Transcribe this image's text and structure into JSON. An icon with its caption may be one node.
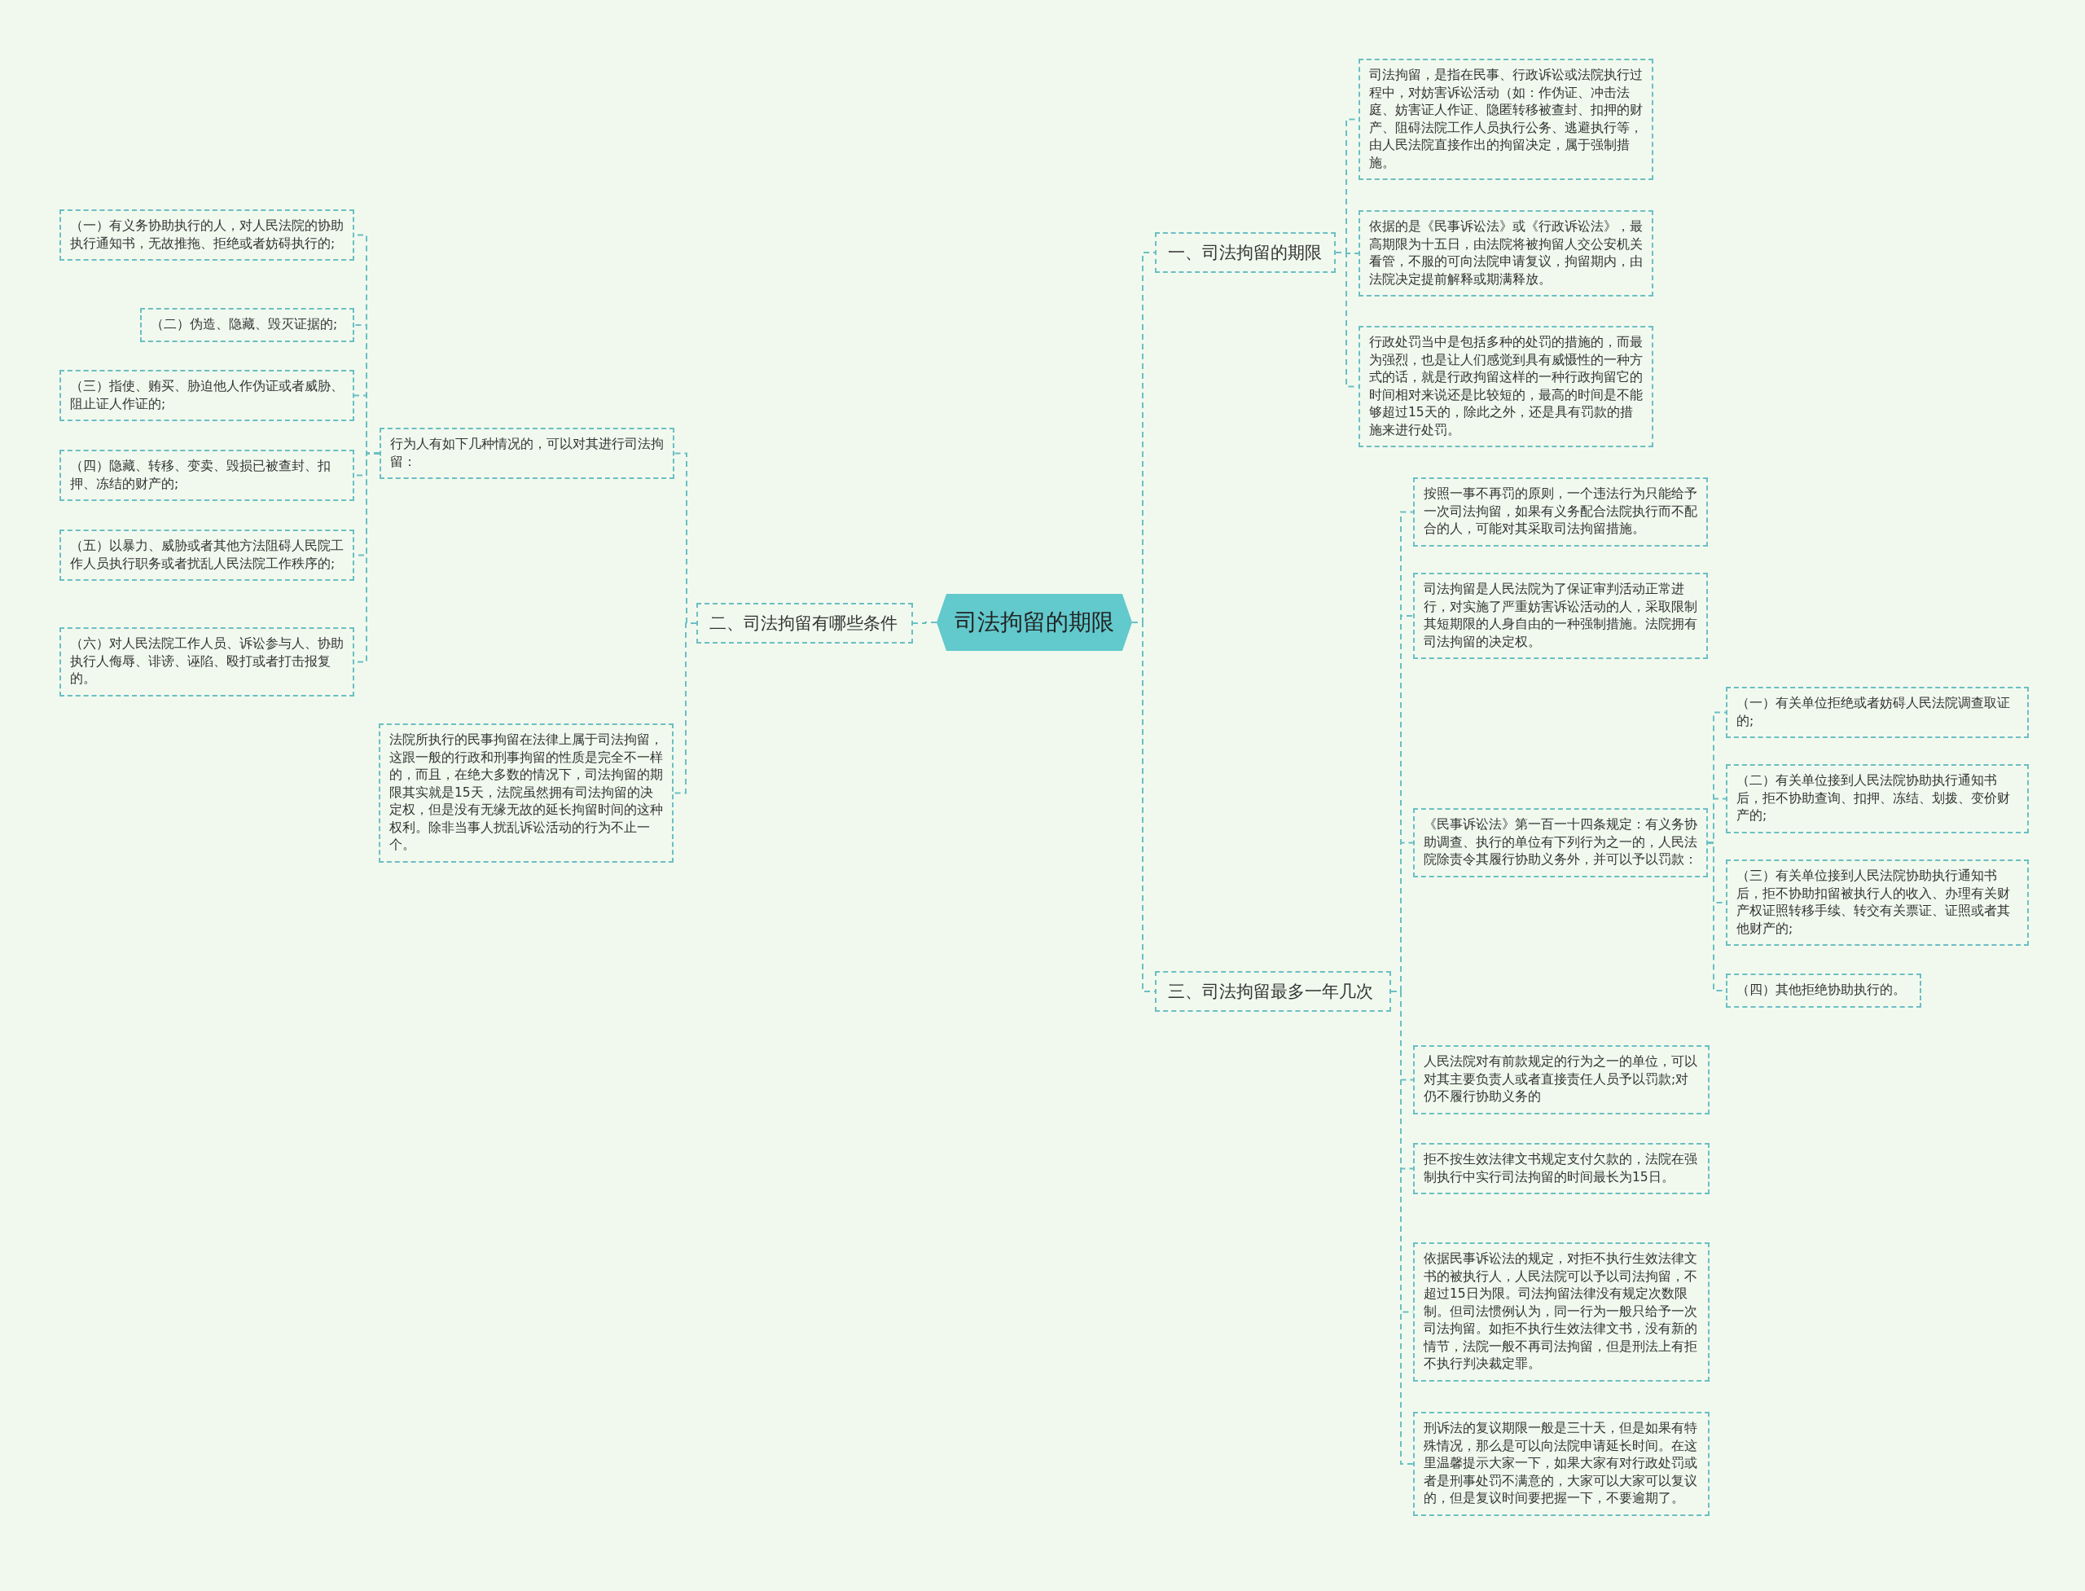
{
  "diagram": {
    "nodes": [
      {
        "text": [
          "司法拘留的期限"
        ]
      },
      {
        "text": [
          "一、司法拘留的期限"
        ]
      },
      {
        "text": [
          "司法拘留，是指在民事、行政诉讼或法院执行过程中，对妨害诉讼活动（如：作伪证、冲击法庭、妨害证人作证、隐匿转移被查封、扣押的财产、阻碍法院工作人员执行公务、逃避执行等，由人民法院直接作出的拘留决定，属于强制措施。"
        ]
      },
      {
        "text": [
          "依据的是《民事诉讼法》或《行政诉讼法》，最高期限为十五日，由法院将被拘留人交公安机关看管，不服的可向法院申请复议，拘留期内，由法院决定提前解释或期满释放。"
        ]
      },
      {
        "text": [
          "行政处罚当中是包括多种的处罚的措施的，而最为强烈，也是让人们感觉到具有威慑性的一种方式的话，就是行政拘留这样的一种行政拘留它的时间相对来说还是比较短的，最高的时间是不能够超过15天的，除此之外，还是具有罚款的措施来进行处罚。"
        ]
      },
      {
        "text": [
          "二、司法拘留有哪些条件"
        ]
      },
      {
        "text": [
          "行为人有如下几种情况的，可以对其进行司法拘留："
        ]
      },
      {
        "text": [
          "（一）有义务协助执行的人，对人民法院的协助执行通知书，无故推拖、拒绝或者妨碍执行的;"
        ]
      },
      {
        "text": [
          "（二）伪造、隐藏、毁灭证据的;"
        ]
      },
      {
        "text": [
          "（三）指使、贿买、胁迫他人作伪证或者威胁、阻止证人作证的;"
        ]
      },
      {
        "text": [
          "（四）隐藏、转移、变卖、毁损已被查封、扣押、冻结的财产的;"
        ]
      },
      {
        "text": [
          "（五）以暴力、威胁或者其他方法阻碍人民院工作人员执行职务或者扰乱人民法院工作秩序的;"
        ]
      },
      {
        "text": [
          "（六）对人民法院工作人员、诉讼参与人、协助执行人侮辱、诽谤、诬陷、殴打或者打击报复的。"
        ]
      },
      {
        "text": [
          "法院所执行的民事拘留在法律上属于司法拘留，这跟一般的行政和刑事拘留的性质是完全不一样的，而且，在绝大多数的情况下，司法拘留的期限其实就是15天，法院虽然拥有司法拘留的决定权，但是没有无缘无故的延长拘留时间的这种权利。除非当事人扰乱诉讼活动的行为不止一个。"
        ]
      },
      {
        "text": [
          "三、司法拘留最多一年几次"
        ]
      },
      {
        "text": [
          "按照一事不再罚的原则，一个违法行为只能给予一次司法拘留，如果有义务配合法院执行而不配合的人，可能对其采取司法拘留措施。"
        ]
      },
      {
        "text": [
          "司法拘留是人民法院为了保证审判活动正常进行，对实施了严重妨害诉讼活动的人，采取限制其短期限的人身自由的一种强制措施。法院拥有司法拘留的决定权。"
        ]
      },
      {
        "text": [
          "《民事诉讼法》第一百一十四条规定：有义务协助调查、执行的单位有下列行为之一的，人民法院除责令其履行协助义务外，并可以予以罚款："
        ]
      },
      {
        "text": [
          "（一）有关单位拒绝或者妨碍人民法院调查取证的;"
        ]
      },
      {
        "text": [
          "（二）有关单位接到人民法院协助执行通知书后，拒不协助查询、扣押、冻结、划拨、变价财产的;"
        ]
      },
      {
        "text": [
          "（三）有关单位接到人民法院协助执行通知书后，拒不协助扣留被执行人的收入、办理有关财产权证照转移手续、转交有关票证、证照或者其他财产的;"
        ]
      },
      {
        "text": [
          "（四）其他拒绝协助执行的。"
        ]
      },
      {
        "text": [
          "人民法院对有前款规定的行为之一的单位，可以对其主要负责人或者直接责任人员予以罚款;对仍不履行协助义务的"
        ]
      },
      {
        "text": [
          "拒不按生效法律文书规定支付欠款的，法院在强制执行中实行司法拘留的时间最长为15日。"
        ]
      },
      {
        "text": [
          "依据民事诉讼法的规定，对拒不执行生效法律文书的被执行人，人民法院可以予以司法拘留，不超过15日为限。司法拘留法律没有规定次数限制。但司法惯例认为，同一行为一般只给予一次司法拘留。如拒不执行生效法律文书，没有新的情节，法院一般不再司法拘留，但是刑法上有拒不执行判决裁定罪。"
        ]
      },
      {
        "text": [
          "刑诉法的复议期限一般是三十天，但是如果有特殊情况，那么是可以向法院申请延长时间。在这里温馨提示大家一下，如果大家有对行政处罚或者是刑事处罚不满意的，大家可以大家可以复议的，但是复议时间要把握一下，不要逾期了。"
        ]
      }
    ],
    "edges": [
      {
        "from": 0,
        "to": 1,
        "arrow": "none"
      },
      {
        "from": 1,
        "to": 2,
        "arrow": "none"
      },
      {
        "from": 1,
        "to": 3,
        "arrow": "none"
      },
      {
        "from": 1,
        "to": 4,
        "arrow": "none"
      },
      {
        "from": 0,
        "to": 5,
        "arrow": "none"
      },
      {
        "from": 5,
        "to": 6,
        "arrow": "none"
      },
      {
        "from": 6,
        "to": 7,
        "arrow": "none"
      },
      {
        "from": 6,
        "to": 8,
        "arrow": "none"
      },
      {
        "from": 6,
        "to": 9,
        "arrow": "none"
      },
      {
        "from": 6,
        "to": 10,
        "arrow": "none"
      },
      {
        "from": 6,
        "to": 11,
        "arrow": "none"
      },
      {
        "from": 6,
        "to": 12,
        "arrow": "none"
      },
      {
        "from": 5,
        "to": 13,
        "arrow": "none"
      },
      {
        "from": 0,
        "to": 14,
        "arrow": "none"
      },
      {
        "from": 14,
        "to": 15,
        "arrow": "none"
      },
      {
        "from": 14,
        "to": 16,
        "arrow": "none"
      },
      {
        "from": 14,
        "to": 17,
        "arrow": "none"
      },
      {
        "from": 17,
        "to": 18,
        "arrow": "none"
      },
      {
        "from": 17,
        "to": 19,
        "arrow": "none"
      },
      {
        "from": 17,
        "to": 20,
        "arrow": "none"
      },
      {
        "from": 17,
        "to": 21,
        "arrow": "none"
      },
      {
        "from": 14,
        "to": 22,
        "arrow": "none"
      },
      {
        "from": 14,
        "to": 23,
        "arrow": "none"
      },
      {
        "from": 14,
        "to": 24,
        "arrow": "none"
      },
      {
        "from": 14,
        "to": 25,
        "arrow": "none"
      }
    ]
  }
}
